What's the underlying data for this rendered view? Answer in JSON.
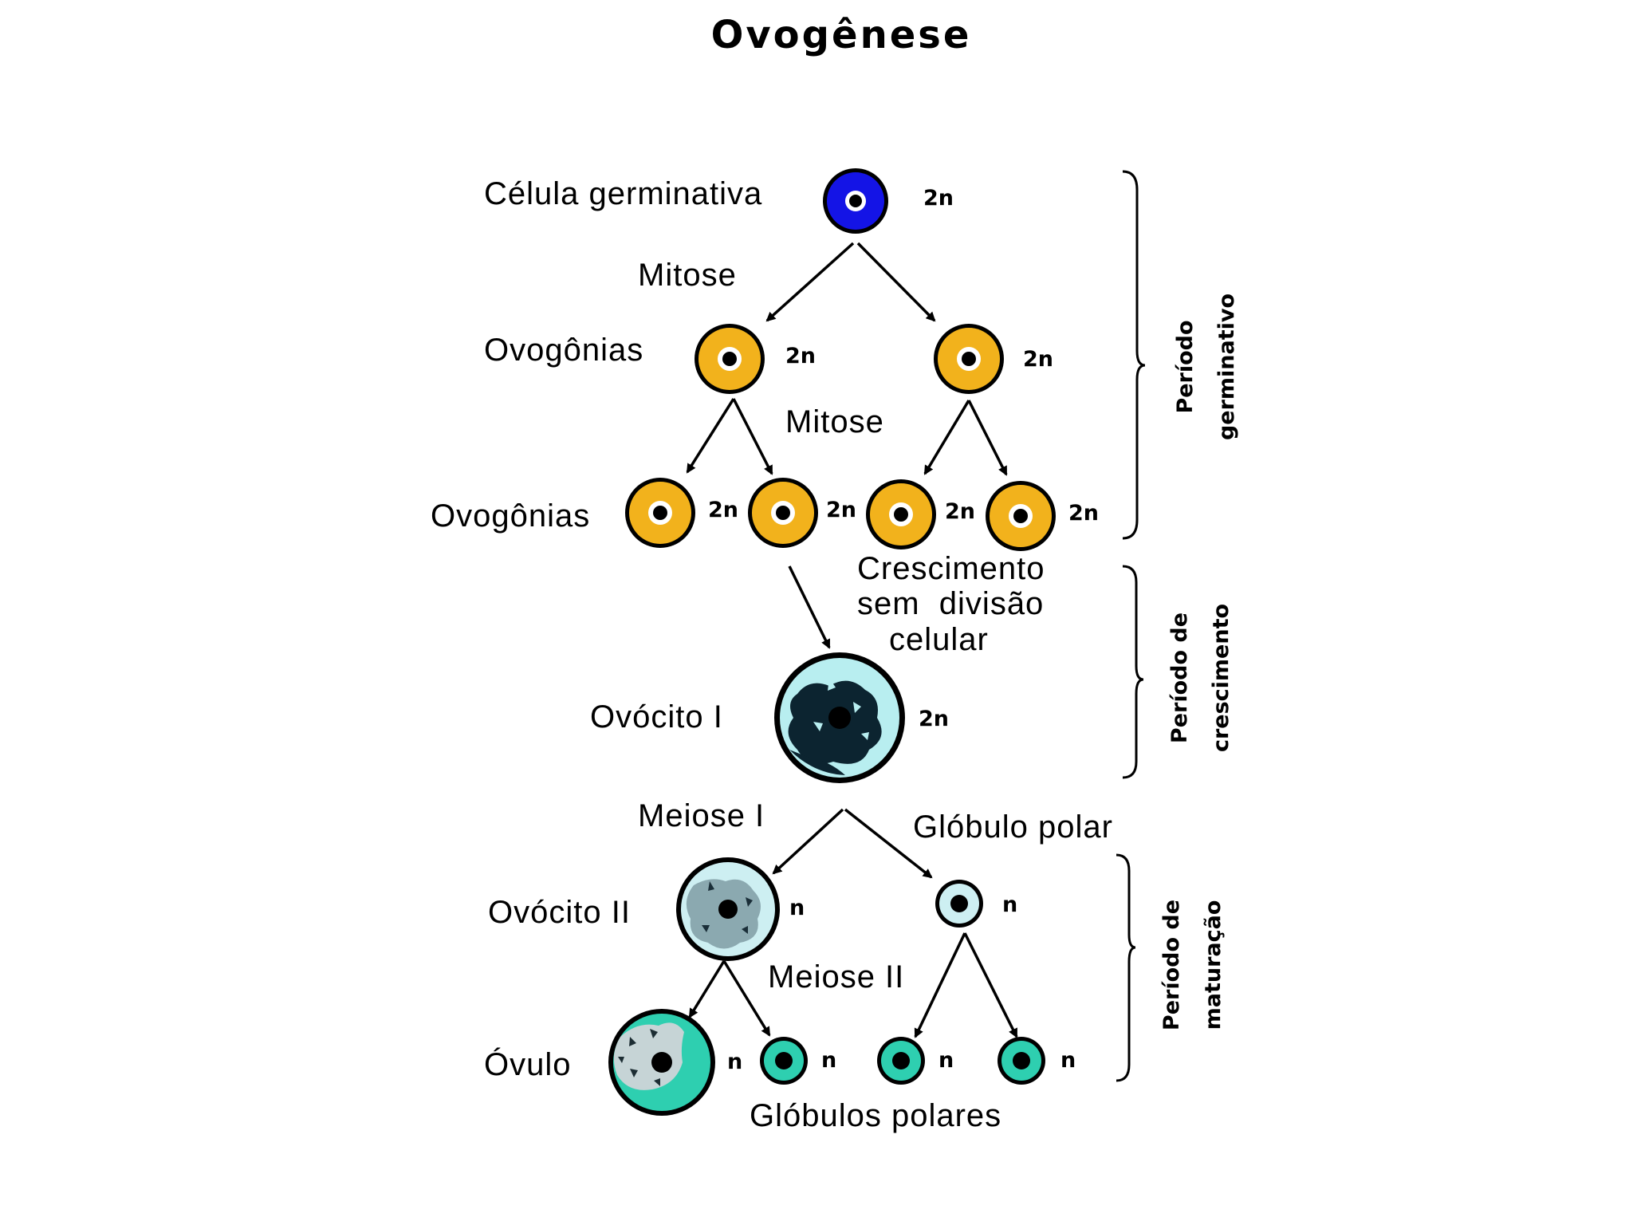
{
  "title": "Ovogênese",
  "labels": {
    "celula_germinativa": "Célula germinativa",
    "mitose_1": "Mitose",
    "ovogonias_1": "Ovogônias",
    "mitose_2": "Mitose",
    "ovogonias_2": "Ovogônias",
    "crescimento_1": "Crescimento",
    "crescimento_2": "sem  divisão",
    "crescimento_3": "celular",
    "ovocito_1": "Ovócito I",
    "meiose_1": "Meiose I",
    "globulo_polar": "Glóbulo polar",
    "ovocito_2": "Ovócito II",
    "meiose_2": "Meiose II",
    "ovulo": "Óvulo",
    "globulos_polares": "Glóbulos polares"
  },
  "ploidy": {
    "diploid": "2n",
    "haploid": "n"
  },
  "periods": {
    "germinativo_line1": "Período",
    "germinativo_line2": "germinativo",
    "crescimento_line1": "Período de",
    "crescimento_line2": "crescimento",
    "maturacao_line1": "Período de",
    "maturacao_line2": "maturação"
  },
  "colors": {
    "germ_cell": "#1414e6",
    "oogonia": "#f2b21c",
    "oocyte_cyan": "#bff2f2",
    "ovum_green": "#2ecfb0",
    "nucleus": "#000000"
  }
}
